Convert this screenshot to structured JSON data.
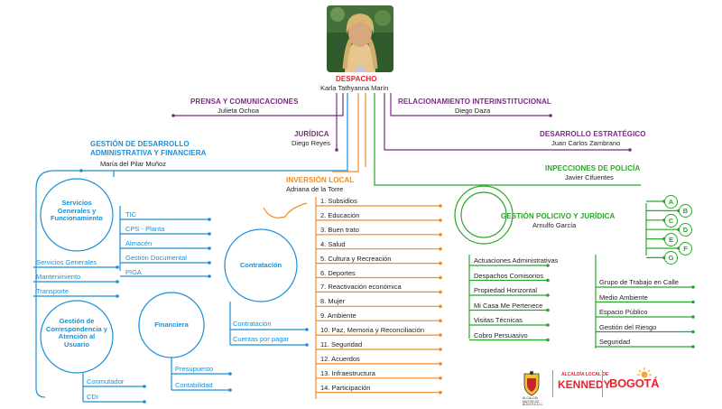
{
  "colors": {
    "purple": "#7a2b82",
    "red": "#e4252c",
    "blue": "#1a8fd8",
    "orange": "#ef8a25",
    "green": "#2aa52a",
    "dark": "#222222"
  },
  "despacho": {
    "title": "DESPACHO",
    "name": "Karla Tathyanna Marín"
  },
  "prensa": {
    "title": "PRENSA Y COMUNICACIONES",
    "name": "Julieta Ochoa"
  },
  "relacionamiento": {
    "title": "RELACIONAMIENTO INTERINSTITUCIONAL",
    "name": "Diego Daza"
  },
  "juridica": {
    "title": "JURÍDICA",
    "name": "Diego Reyes"
  },
  "desarrollo_estrategico": {
    "title": "DESARROLLO ESTRATÉGICO",
    "name": "Juan Carlos Zambrano"
  },
  "gestion_desarrollo": {
    "title_line1": "GESTIÓN DE DESARROLLO",
    "title_line2": "ADMINISTRATIVA Y FINANCIERA",
    "name": "María del Pilar Muñoz",
    "servicios_circle": "Servicios Generales y Funcionamiento",
    "servicios_items": [
      "Servicios Generales",
      "Mantenimiento",
      "Transporte"
    ],
    "tic_items": [
      "TIC",
      "CPS - Planta",
      "Almacén",
      "Gestión Documental",
      "PIGA"
    ],
    "contratacion_circle": "Contratación",
    "contratacion_items": [
      "Contratación",
      "Cuentas por pagar"
    ],
    "correspondencia_circle": "Gestión de Correspondencia y Atención al Usuario",
    "correspondencia_items": [
      "Conmutador",
      "CDI"
    ],
    "financiera_circle": "Financiera",
    "financiera_items": [
      "Presupuesto",
      "Contabilidad"
    ]
  },
  "inversion": {
    "title": "INVERSIÓN LOCAL",
    "name": "Adriana de la Torre",
    "items": [
      "1. Subsidios",
      "2. Educación",
      "3. Buen trato",
      "4. Salud",
      "5. Cultura y Recreación",
      "6. Deportes",
      "7. Reactivación económica",
      "8. Mujer",
      "9. Ambiente",
      "10. Paz, Memoria y Reconciliación",
      "11. Seguridad",
      "12. Acuerdos",
      "13. Infraestructura",
      "14. Participación"
    ]
  },
  "inspecciones": {
    "title": "INPECCIONES DE POLICÍA",
    "name": "Javier Cifuentes",
    "letters": [
      "A",
      "B",
      "C",
      "D",
      "E",
      "F",
      "G"
    ]
  },
  "gestion_policivo": {
    "title": "GESTIÓN POLICIVO Y JURÍDICA",
    "name": "Arnulfo García",
    "left_items": [
      "Actuaciones Administrativas",
      "Despachos Comisorios",
      "Propiedad Horizontal",
      "Mi Casa Me Pertenece",
      "Visitas Técnicas",
      "Cobro Persuasivo"
    ],
    "right_items": [
      "Grupo de Trabajo en Calle",
      "Medio Ambiente",
      "Espacio Público",
      "Gestión del Riesgo",
      "Seguridad"
    ]
  },
  "logos": {
    "escudo_caption": "ALCALDÍA MAYOR DE BOGOTÁ D.C.",
    "kennedy_small": "ALCALDÍA LOCAL DE",
    "kennedy_big": "KENNEDY",
    "bogota": "BOGOTÁ"
  }
}
